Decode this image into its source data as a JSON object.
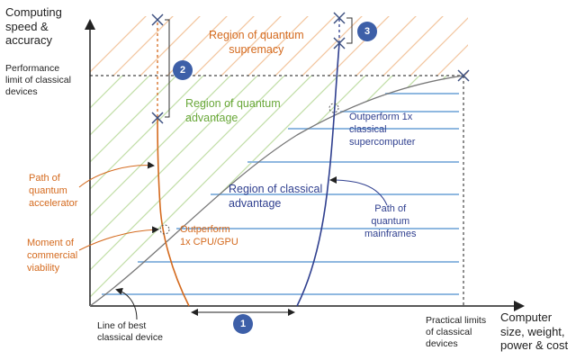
{
  "axes": {
    "y_label": [
      "Computing",
      "speed &",
      "accuracy"
    ],
    "x_label": [
      "Computer",
      "size, weight,",
      "power & cost"
    ],
    "performance_limit": [
      "Performance",
      "limit of classical",
      "devices"
    ],
    "practical_limits": [
      "Practical limits",
      "of classical",
      "devices"
    ]
  },
  "regions": {
    "supremacy": [
      "Region of quantum",
      "supremacy"
    ],
    "advantage": [
      "Region of quantum",
      "advantage"
    ],
    "classical": [
      "Region of classical",
      "advantage"
    ]
  },
  "annotations": {
    "outperform_super": [
      "Outperform 1x",
      "classical",
      "supercomputer"
    ],
    "outperform_cpu": [
      "Outperform",
      "1x CPU/GPU"
    ],
    "path_accelerator": [
      "Path of",
      "quantum",
      "accelerator"
    ],
    "moment_viability": [
      "Moment of",
      "commercial",
      "viability"
    ],
    "path_mainframes": [
      "Path of",
      "quantum",
      "mainframes"
    ],
    "best_classical": [
      "Line of best",
      "classical device"
    ]
  },
  "badges": [
    "1",
    "2",
    "3"
  ],
  "colors": {
    "orange": "#d46a1e",
    "green": "#8cc06a",
    "blue": "#2f3f8f",
    "classical_bars": "#8fb8e0",
    "badge": "#3d5fa8"
  }
}
